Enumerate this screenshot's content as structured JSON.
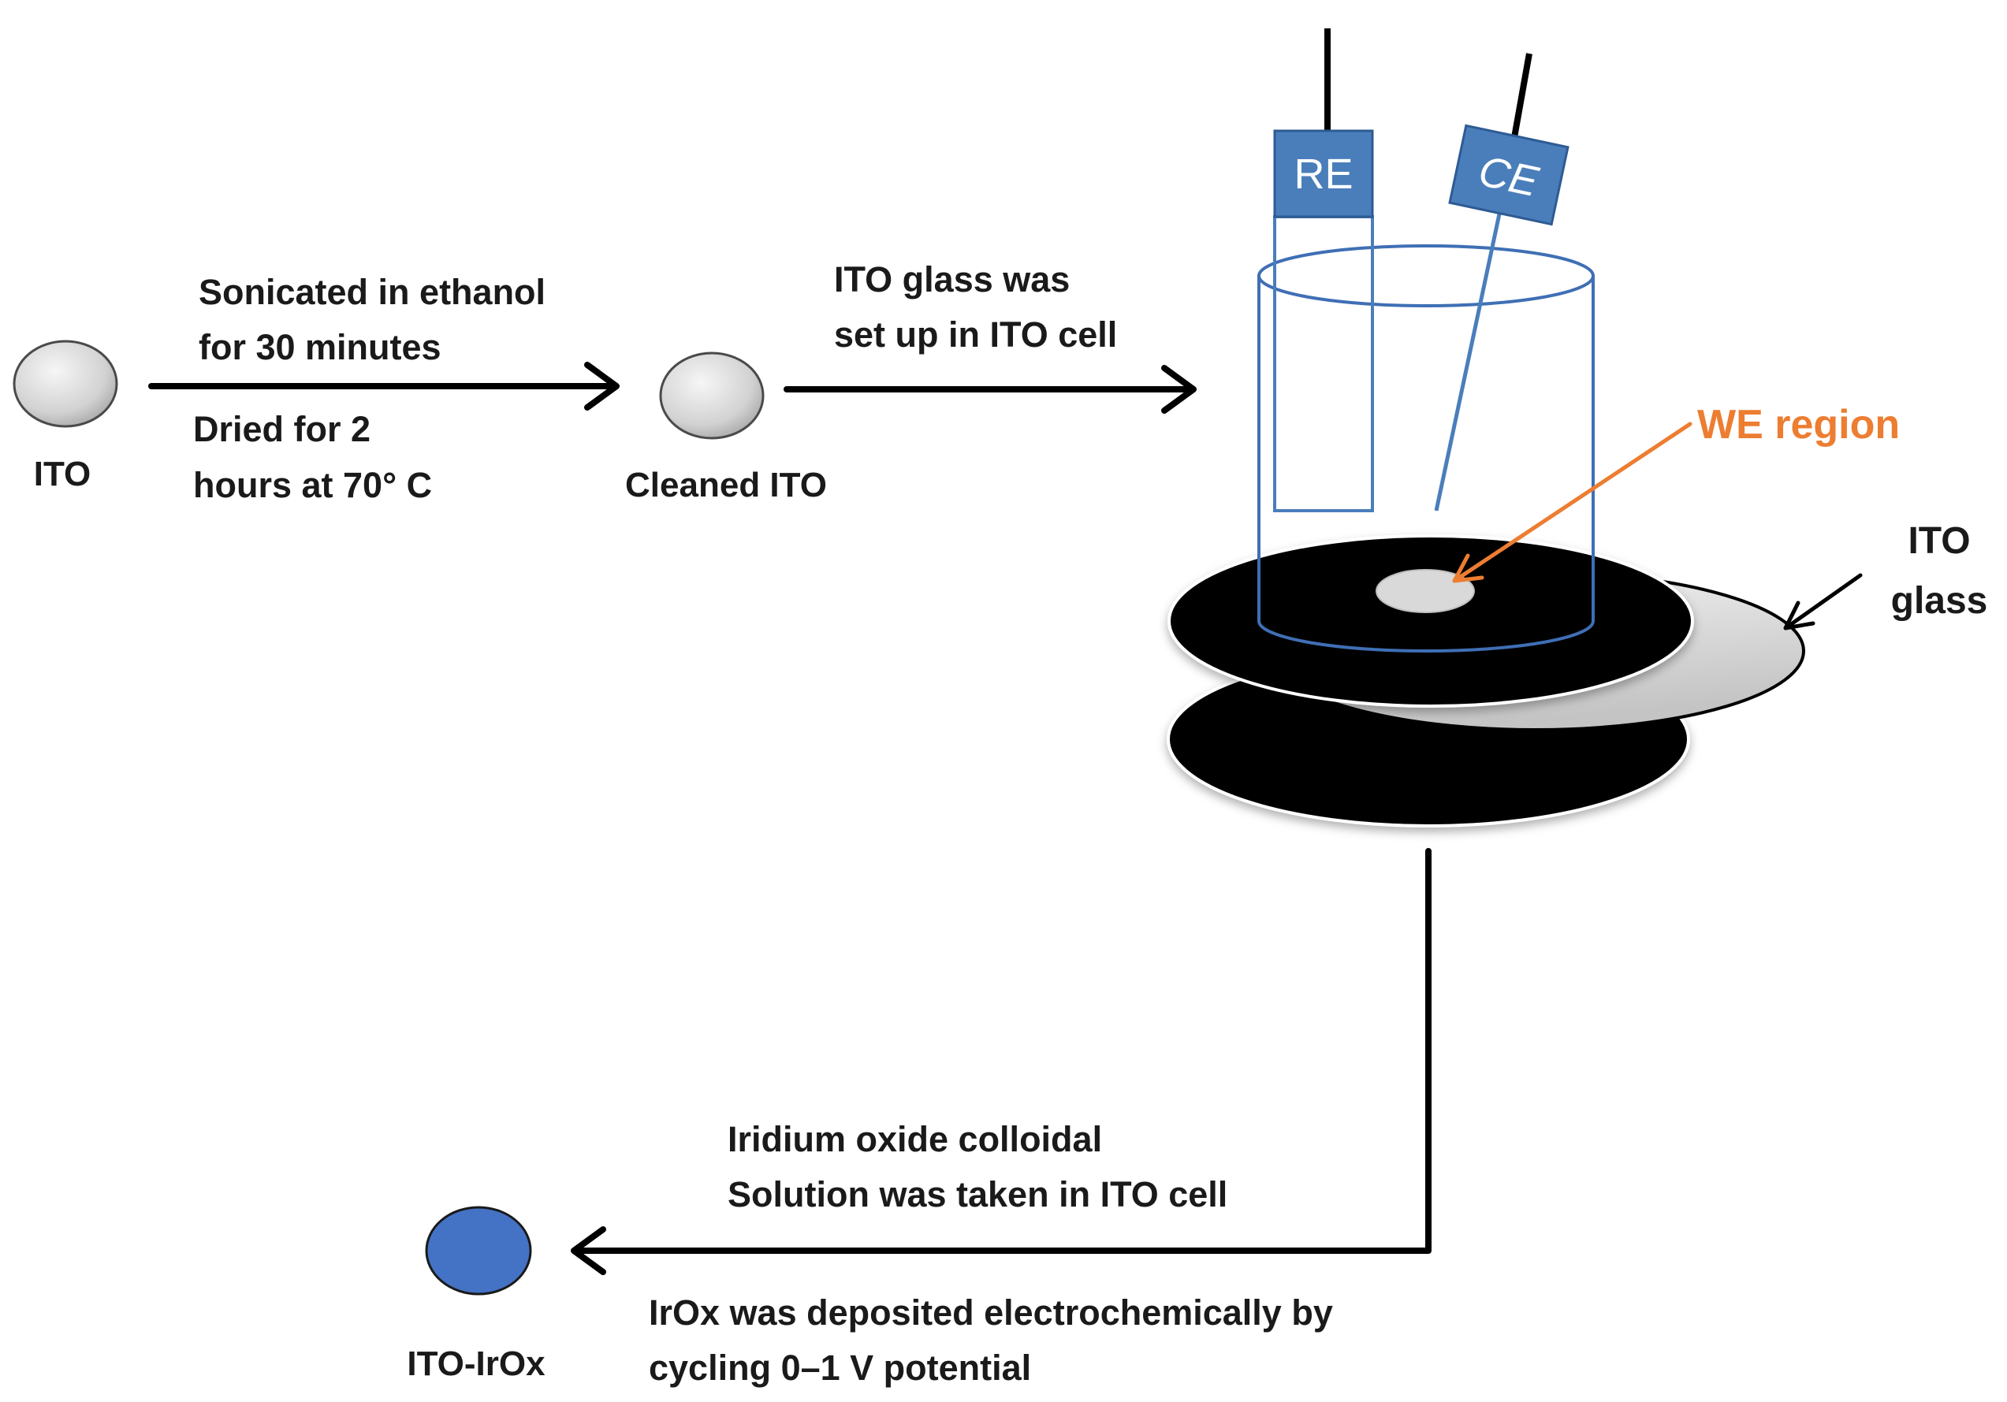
{
  "samples": {
    "ito": "ITO",
    "cleaned_ito": "Cleaned ITO",
    "ito_irox": "ITO-IrOx"
  },
  "steps": {
    "step1_line1": "Sonicated in ethanol",
    "step1_line2": "for 30 minutes",
    "step1_line3": "Dried for 2",
    "step1_line4": "hours at 70° C",
    "step2_line1": "ITO glass was",
    "step2_line2": "set up in ITO cell",
    "step3_line1": "Iridium  oxide colloidal",
    "step3_line2": "Solution was taken in ITO cell",
    "step3_line3": "IrOx was deposited electrochemically by",
    "step3_line4": "cycling 0–1 V potential"
  },
  "cell": {
    "reference_electrode": "RE",
    "counter_electrode": "CE",
    "working_electrode_region": "WE region",
    "ito_glass_line1": "ITO",
    "ito_glass_line2": "glass"
  },
  "colors": {
    "electrode_blue": "#4A7EBB",
    "irox_blue": "#4472C4",
    "we_label_orange": "#ED7D31",
    "disc_black": "#000000",
    "ito_grey": "#D9D9D9"
  }
}
